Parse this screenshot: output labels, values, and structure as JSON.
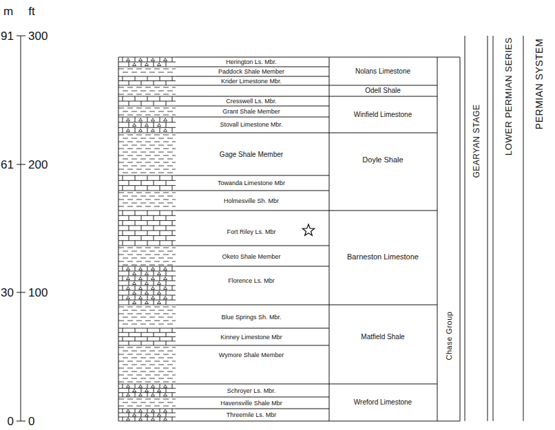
{
  "diagram": {
    "labels": [
      "m",
      "ft",
      "91",
      "300",
      "61",
      "200",
      "30",
      "100",
      "0",
      "0",
      "Herington Ls. Mbr.",
      "Paddock Shale Member",
      "Krider Limestone Mbr.",
      "Cresswell Ls. Mbr.",
      "Grant Shale Member",
      "Stovall Limestone Mbr.",
      "Gage Shale Member",
      "Towanda Limestone Mbr",
      "Holmesville Sh. Mbr",
      "Fort Riley Ls. Mbr",
      "Oketo Shale Member",
      "Florence Ls. Mbr",
      "Blue Springs Sh. Mbr.",
      "Kinney Limestone Mbr",
      "Wymore Shale Member",
      "Schroyer Ls. Mbr.",
      "Havensville Shale Mbr",
      "Threemile Ls. Mbr",
      "Nolans Limestone",
      "Odell Shale",
      "Winfield Limestone",
      "Doyle Shale",
      "Barneston Limestone",
      "Matfield Shale",
      "Wreford Limestone",
      "Chase Group",
      "GEARYAN STAGE",
      "LOWER PERMIAN SERIES",
      "PERMIAN SYSTEM"
    ]
  }
}
